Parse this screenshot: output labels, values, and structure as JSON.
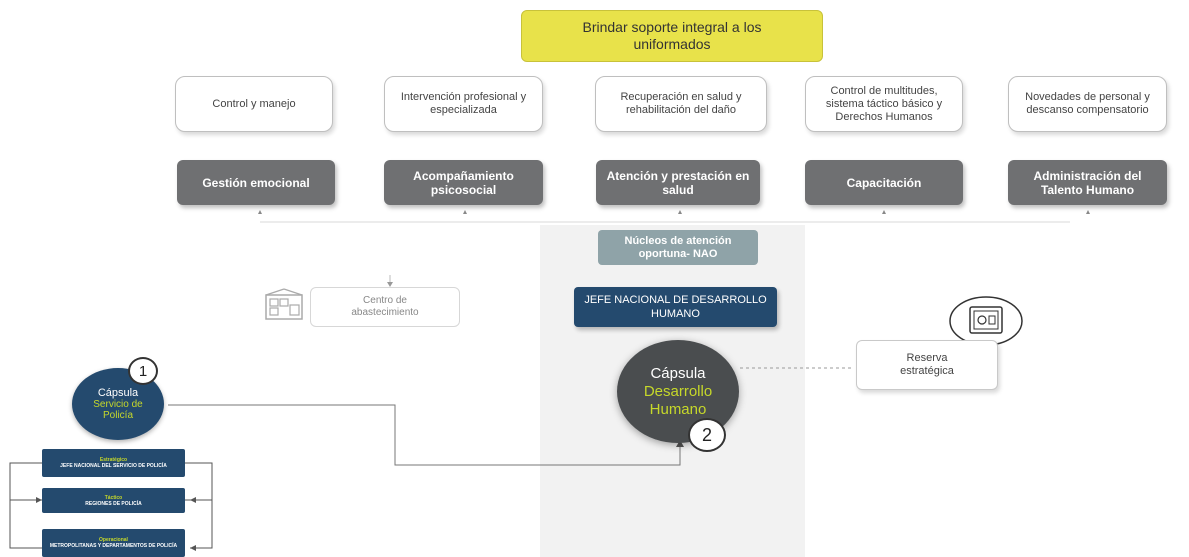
{
  "title": "Brindar soporte integral a los uniformados",
  "objectives": [
    "Control y manejo",
    "Intervención profesional y especializada",
    "Recuperación en salud y rehabilitación del daño",
    "Control de multitudes, sistema táctico básico y Derechos Humanos",
    "Novedades de personal y descanso compensatorio"
  ],
  "areas": [
    "Gestión emocional",
    "Acompañamiento psicosocial",
    "Atención y prestación en salud",
    "Capacitación",
    "Administración del Talento Humano"
  ],
  "nao": "Núcleos de atención oportuna- NAO",
  "jefe": "JEFE NACIONAL DE DESARROLLO HUMANO",
  "capsule_main": {
    "line1": "Cápsula",
    "line2": "Desarrollo Humano",
    "number": "2"
  },
  "capsule_small": {
    "line1": "Cápsula",
    "line2": "Servicio de Policía",
    "number": "1"
  },
  "levels": [
    {
      "level": "Estratégico",
      "desc": "JEFE NACIONAL DEL SERVICIO DE POLICÍA"
    },
    {
      "level": "Táctico",
      "desc": "REGIONES DE POLICÍA"
    },
    {
      "level": "Operacional",
      "desc": "METROPOLITANAS Y DEPARTAMENTOS DE POLICÍA"
    }
  ],
  "centro": "Centro de abastecimiento",
  "reserva": "Reserva estratégica",
  "icons": {
    "warehouse": "warehouse-icon",
    "safe": "safe-icon"
  },
  "colors": {
    "title_bg": "#e8e24a",
    "area_bg": "#6f7072",
    "nao_bg": "#8fa3a8",
    "navy": "#244a6e",
    "accent_green": "#c6d82a"
  }
}
